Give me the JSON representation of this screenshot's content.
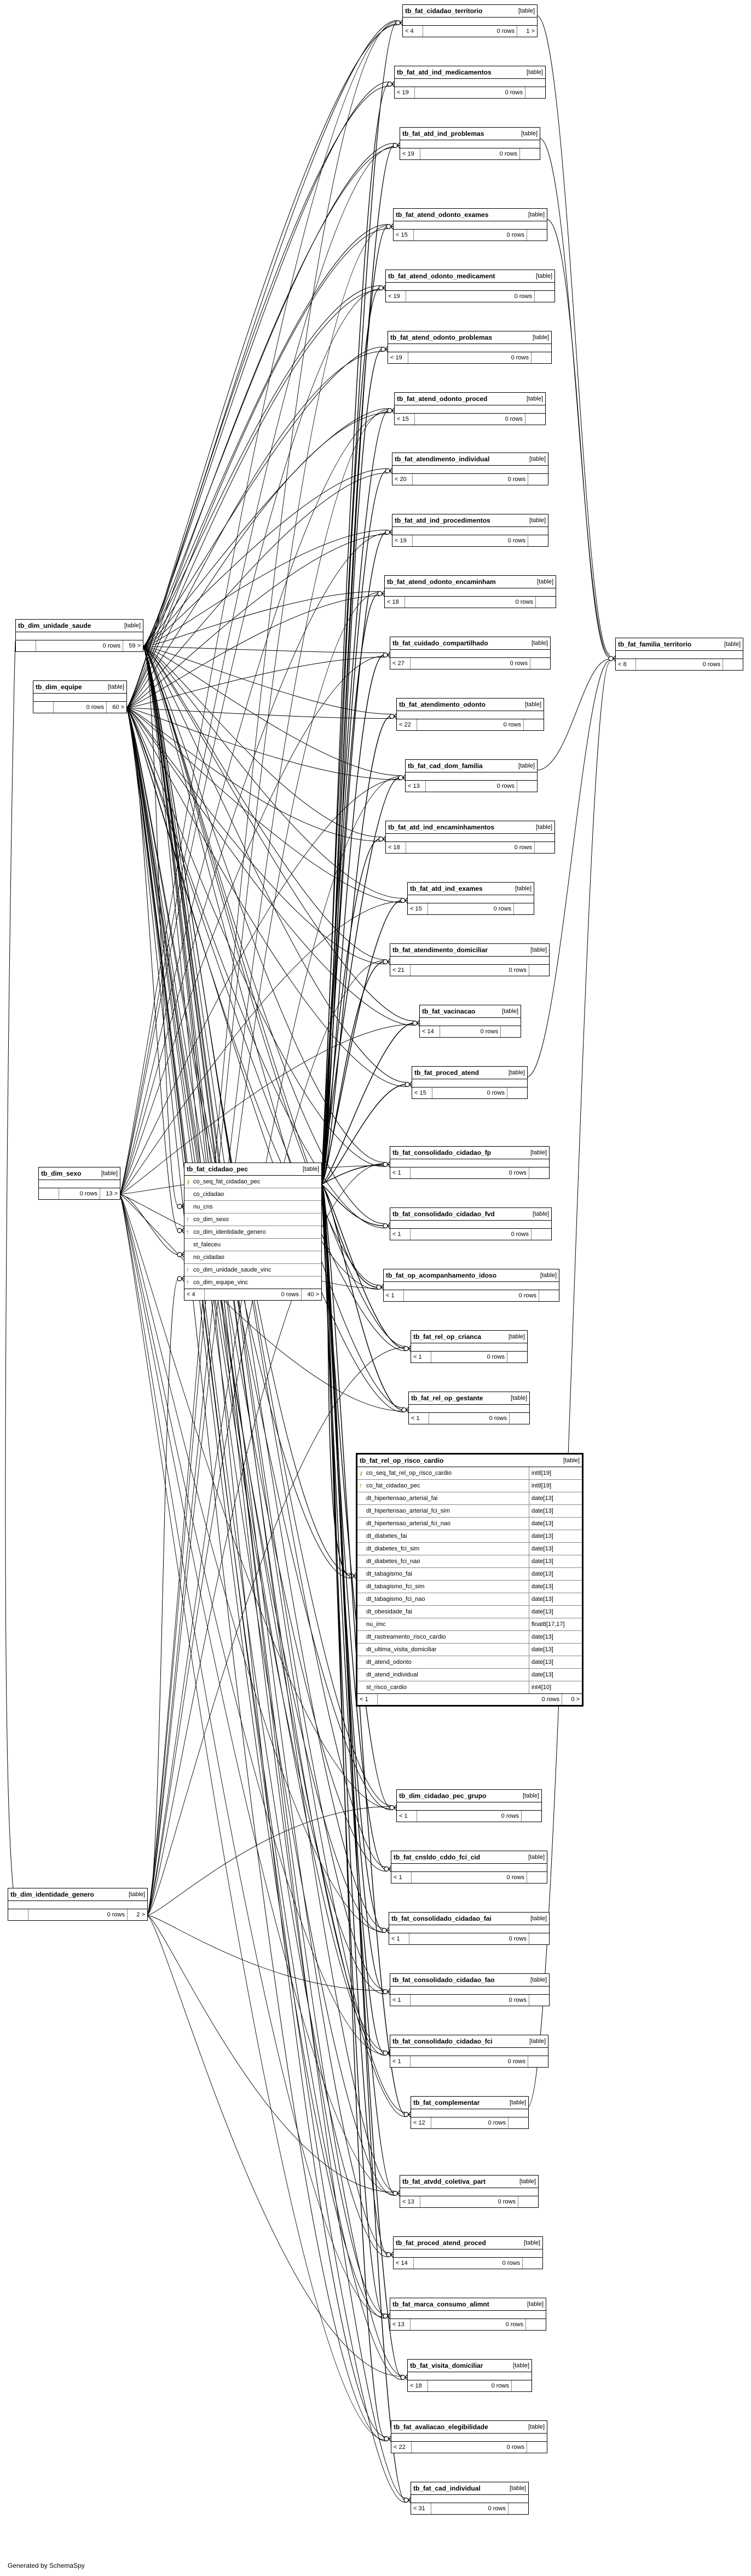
{
  "footer": "Generated by SchemaSpy",
  "type_label": "[table]",
  "tables": [
    {
      "id": "t0",
      "name": "tb_fat_cidadao_territorio",
      "footer": [
        "< 4",
        "0 rows",
        "1 >"
      ]
    },
    {
      "id": "t1",
      "name": "tb_fat_atd_ind_medicamentos",
      "footer": [
        "< 19",
        "0 rows",
        ""
      ]
    },
    {
      "id": "t2",
      "name": "tb_fat_atd_ind_problemas",
      "footer": [
        "< 19",
        "0 rows",
        ""
      ]
    },
    {
      "id": "t3",
      "name": "tb_fat_atend_odonto_exames",
      "footer": [
        "< 15",
        "0 rows",
        ""
      ]
    },
    {
      "id": "t4",
      "name": "tb_fat_atend_odonto_medicament",
      "footer": [
        "< 19",
        "0 rows",
        ""
      ]
    },
    {
      "id": "t5",
      "name": "tb_fat_atend_odonto_problemas",
      "footer": [
        "< 19",
        "0 rows",
        ""
      ]
    },
    {
      "id": "t6",
      "name": "tb_fat_atend_odonto_proced",
      "footer": [
        "< 15",
        "0 rows",
        ""
      ]
    },
    {
      "id": "t7",
      "name": "tb_fat_atendimento_individual",
      "footer": [
        "< 20",
        "0 rows",
        ""
      ]
    },
    {
      "id": "t8",
      "name": "tb_fat_atd_ind_procedimentos",
      "footer": [
        "< 19",
        "0 rows",
        ""
      ]
    },
    {
      "id": "t9",
      "name": "tb_fat_atend_odonto_encaminham",
      "footer": [
        "< 18",
        "0 rows",
        ""
      ]
    },
    {
      "id": "t10",
      "name": "tb_fat_cuidado_compartilhado",
      "footer": [
        "< 27",
        "0 rows",
        ""
      ]
    },
    {
      "id": "t11",
      "name": "tb_fat_atendimento_odonto",
      "footer": [
        "< 22",
        "0 rows",
        ""
      ]
    },
    {
      "id": "t12",
      "name": "tb_fat_cad_dom_familia",
      "footer": [
        "< 13",
        "0 rows",
        ""
      ]
    },
    {
      "id": "t13",
      "name": "tb_fat_atd_ind_encaminhamentos",
      "footer": [
        "< 18",
        "0 rows",
        ""
      ]
    },
    {
      "id": "t14",
      "name": "tb_fat_atd_ind_exames",
      "footer": [
        "< 15",
        "0 rows",
        ""
      ]
    },
    {
      "id": "t15",
      "name": "tb_fat_atendimento_domiciliar",
      "footer": [
        "< 21",
        "0 rows",
        ""
      ]
    },
    {
      "id": "t16",
      "name": "tb_fat_vacinacao",
      "footer": [
        "< 14",
        "0 rows",
        ""
      ]
    },
    {
      "id": "t17",
      "name": "tb_fat_proced_atend",
      "footer": [
        "< 15",
        "0 rows",
        ""
      ]
    },
    {
      "id": "t18",
      "name": "tb_fat_consolidado_cidadao_fp",
      "footer": [
        "< 1",
        "0 rows",
        ""
      ]
    },
    {
      "id": "t19",
      "name": "tb_fat_consolidado_cidadao_fvd",
      "footer": [
        "< 1",
        "0 rows",
        ""
      ]
    },
    {
      "id": "t20",
      "name": "tb_fat_op_acompanhamento_idoso",
      "footer": [
        "< 1",
        "0 rows",
        ""
      ]
    },
    {
      "id": "t21",
      "name": "tb_fat_rel_op_crianca",
      "footer": [
        "< 1",
        "0 rows",
        ""
      ]
    },
    {
      "id": "t22",
      "name": "tb_fat_rel_op_gestante",
      "footer": [
        "< 1",
        "0 rows",
        ""
      ]
    },
    {
      "id": "t23",
      "name": "tb_fat_rel_op_risco_cardio",
      "footer": [
        "< 1",
        "0 rows",
        "0 >"
      ],
      "columns": [
        {
          "name": "co_seq_fat_rel_op_risco_cardio",
          "type": "int8[19]",
          "key": "pk"
        },
        {
          "name": "co_fat_cidadao_pec",
          "type": "int8[19]",
          "key": "fk"
        },
        {
          "name": "dt_hipertensao_arterial_fai",
          "type": "date[13]"
        },
        {
          "name": "dt_hipertensao_arterial_fci_sim",
          "type": "date[13]"
        },
        {
          "name": "dt_hipertensao_arterial_fci_nao",
          "type": "date[13]"
        },
        {
          "name": "dt_diabetes_fai",
          "type": "date[13]"
        },
        {
          "name": "dt_diabetes_fci_sim",
          "type": "date[13]"
        },
        {
          "name": "dt_diabetes_fci_nao",
          "type": "date[13]"
        },
        {
          "name": "dt_tabagismo_fai",
          "type": "date[13]"
        },
        {
          "name": "dt_tabagismo_fci_sim",
          "type": "date[13]"
        },
        {
          "name": "dt_tabagismo_fci_nao",
          "type": "date[13]"
        },
        {
          "name": "dt_obesidade_fai",
          "type": "date[13]"
        },
        {
          "name": "nu_imc",
          "type": "float8[17,17]"
        },
        {
          "name": "dt_rastreamento_risco_cardio",
          "type": "date[13]"
        },
        {
          "name": "dt_ultima_visita_domiciliar",
          "type": "date[13]"
        },
        {
          "name": "dt_atend_odonto",
          "type": "date[13]"
        },
        {
          "name": "dt_atend_individual",
          "type": "date[13]"
        },
        {
          "name": "st_risco_cardio",
          "type": "int4[10]"
        }
      ]
    },
    {
      "id": "t24",
      "name": "tb_dim_cidadao_pec_grupo",
      "footer": [
        "< 1",
        "0 rows",
        ""
      ]
    },
    {
      "id": "t25",
      "name": "tb_fat_cnsldo_cddo_fci_cid",
      "footer": [
        "< 1",
        "0 rows",
        ""
      ]
    },
    {
      "id": "t26",
      "name": "tb_fat_consolidado_cidadao_fai",
      "footer": [
        "< 1",
        "0 rows",
        ""
      ]
    },
    {
      "id": "t27",
      "name": "tb_fat_consolidado_cidadao_fao",
      "footer": [
        "< 1",
        "0 rows",
        ""
      ]
    },
    {
      "id": "t28",
      "name": "tb_fat_consolidado_cidadao_fci",
      "footer": [
        "< 1",
        "0 rows",
        ""
      ]
    },
    {
      "id": "t29",
      "name": "tb_fat_complementar",
      "footer": [
        "< 12",
        "0 rows",
        ""
      ]
    },
    {
      "id": "t30",
      "name": "tb_fat_atvdd_coletiva_part",
      "footer": [
        "< 13",
        "0 rows",
        ""
      ]
    },
    {
      "id": "t31",
      "name": "tb_fat_proced_atend_proced",
      "footer": [
        "< 14",
        "0 rows",
        ""
      ]
    },
    {
      "id": "t32",
      "name": "tb_fat_marca_consumo_alimnt",
      "footer": [
        "< 13",
        "0 rows",
        ""
      ]
    },
    {
      "id": "t33",
      "name": "tb_fat_visita_domiciliar",
      "footer": [
        "< 18",
        "0 rows",
        ""
      ]
    },
    {
      "id": "t34",
      "name": "tb_fat_avaliacao_elegibilidade",
      "footer": [
        "< 22",
        "0 rows",
        ""
      ]
    },
    {
      "id": "t35",
      "name": "tb_fat_cad_individual",
      "footer": [
        "< 31",
        "0 rows",
        ""
      ]
    },
    {
      "id": "t36",
      "name": "tb_fat_familia_territorio",
      "footer": [
        "< 8",
        "0 rows",
        ""
      ]
    },
    {
      "id": "t37",
      "name": "tb_dim_unidade_saude",
      "footer": [
        "",
        "0 rows",
        "59 >"
      ]
    },
    {
      "id": "t38",
      "name": "tb_dim_equipe",
      "footer": [
        "",
        "0 rows",
        "60 >"
      ]
    },
    {
      "id": "t39",
      "name": "tb_dim_sexo",
      "footer": [
        "",
        "0 rows",
        "13 >"
      ]
    },
    {
      "id": "t40",
      "name": "tb_dim_identidade_genero",
      "footer": [
        "",
        "0 rows",
        "2 >"
      ]
    },
    {
      "id": "t41",
      "name": "tb_fat_cidadao_pec",
      "footer": [
        "< 4",
        "0 rows",
        "40 >"
      ],
      "columns": [
        {
          "name": "co_seq_fat_cidadao_pec",
          "key": "pk"
        },
        {
          "name": "co_cidadao"
        },
        {
          "name": "nu_cns"
        },
        {
          "name": "co_dim_sexo",
          "key": "fk"
        },
        {
          "name": "co_dim_identidade_genero",
          "key": "fk"
        },
        {
          "name": "st_faleceu"
        },
        {
          "name": "no_cidadao"
        },
        {
          "name": "co_dim_unidade_saude_vinc",
          "key": "fk"
        },
        {
          "name": "co_dim_equipe_vinc",
          "key": "fk"
        }
      ]
    }
  ]
}
